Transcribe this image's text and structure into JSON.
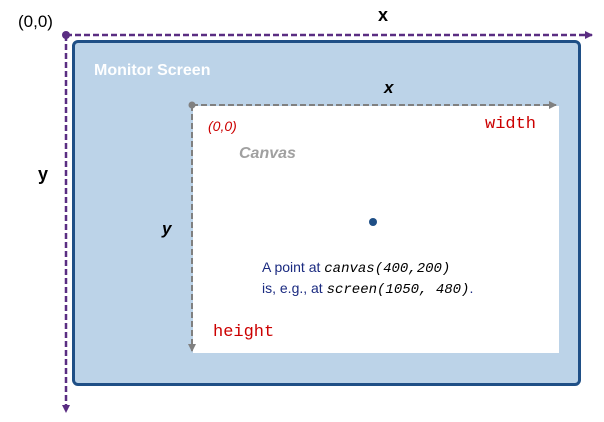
{
  "screen": {
    "origin_label": "(0,0)",
    "x_label": "x",
    "y_label": "y",
    "title": "Monitor Screen"
  },
  "canvas": {
    "origin_label": "(0,0)",
    "x_label": "x",
    "y_label": "y",
    "width_label": "width",
    "height_label": "height",
    "title": "Canvas"
  },
  "caption": {
    "line1_prefix": "A point at ",
    "line1_code": "canvas(400,200)",
    "line2_prefix": "is, e.g., at ",
    "line2_code": "screen",
    "line2_args": "(1050, 480)",
    "line2_suffix": "."
  },
  "colors": {
    "screen_axis": "#5a2d82",
    "canvas_axis": "#808080",
    "monitor_fill": "#bcd3e8",
    "monitor_border": "#1f4f86",
    "label_red": "#cc0000",
    "point": "#1f4f86"
  }
}
